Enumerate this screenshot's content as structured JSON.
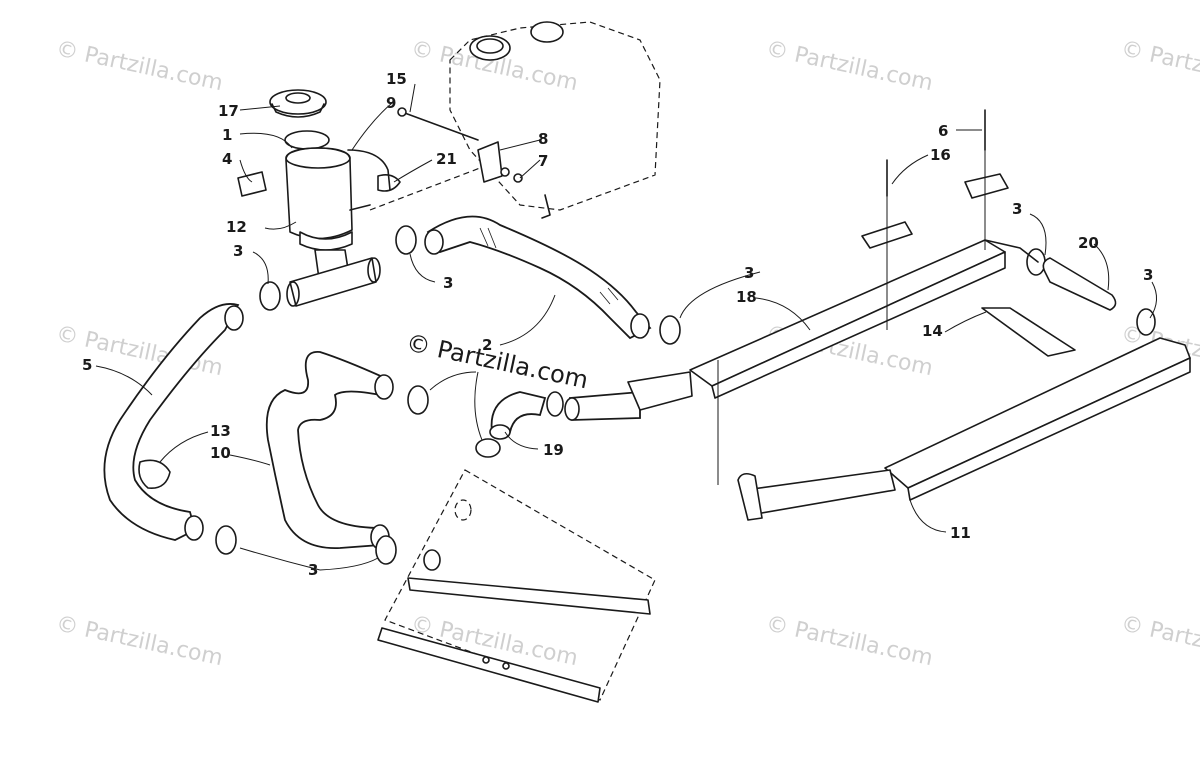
{
  "watermark": {
    "text": "© Partzilla.com",
    "center_text": "© Partzilla.com"
  },
  "callouts": [
    "17",
    "1",
    "4",
    "12",
    "3",
    "3",
    "3",
    "3",
    "3",
    "3",
    "5",
    "13",
    "10",
    "2",
    "19",
    "15",
    "9",
    "21",
    "8",
    "7",
    "6",
    "16",
    "18",
    "20",
    "14",
    "11"
  ],
  "colors": {
    "line": "#1a1a1a",
    "watermark": "#cfcfcf",
    "background": "#ffffff"
  }
}
